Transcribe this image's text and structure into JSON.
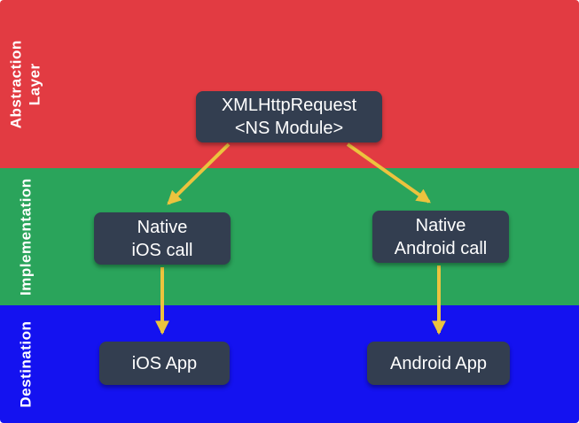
{
  "diagram": {
    "layers": [
      {
        "label": "Abstraction\nLayer",
        "color": "#E23B42"
      },
      {
        "label": "Implementation",
        "color": "#2AA45B"
      },
      {
        "label": "Destination",
        "color": "#1412F0"
      }
    ],
    "nodes": {
      "abstraction": {
        "line1": "XMLHttpRequest",
        "line2": "<NS Module>"
      },
      "ios_impl": {
        "line1": "Native",
        "line2": "iOS call"
      },
      "android_impl": {
        "line1": "Native",
        "line2": "Android call"
      },
      "ios_app": {
        "label": "iOS App"
      },
      "android_app": {
        "label": "Android App"
      }
    },
    "colors": {
      "node_bg": "#333E50",
      "node_text": "#FFFFFF",
      "arrow": "#ECC33E",
      "layer_label_text": "#FFFFFF"
    }
  }
}
